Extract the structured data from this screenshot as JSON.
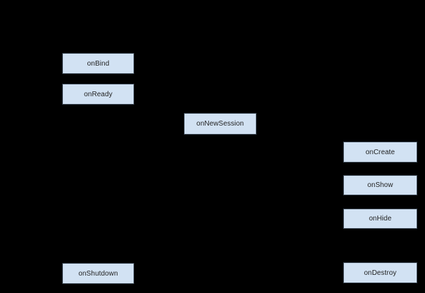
{
  "diagram": {
    "background_color": "#000000",
    "node_fill_color": "#d2e2f3",
    "node_border_color": "#3e4a57",
    "node_text_color": "#1f1f1f",
    "nodes": [
      {
        "id": "onBind",
        "label": "onBind"
      },
      {
        "id": "onReady",
        "label": "onReady"
      },
      {
        "id": "onNewSession",
        "label": "onNewSession"
      },
      {
        "id": "onCreate",
        "label": "onCreate"
      },
      {
        "id": "onShow",
        "label": "onShow"
      },
      {
        "id": "onHide",
        "label": "onHide"
      },
      {
        "id": "onShutdown",
        "label": "onShutdown"
      },
      {
        "id": "onDestroy",
        "label": "onDestroy"
      }
    ]
  }
}
